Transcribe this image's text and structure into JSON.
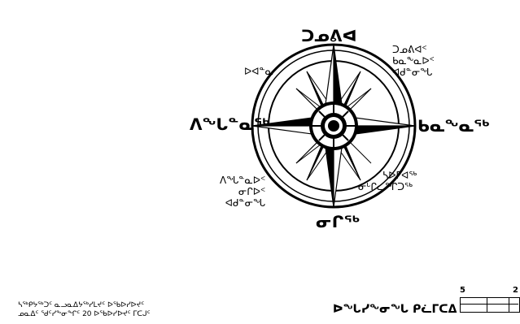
{
  "compass": {
    "north": "ᑐᓄᕕᐊ",
    "south": "ᓂᒋᖅ",
    "east": "ᑲᓇᖕᓇᖅ",
    "west": "ᐱᖓᓐᓇᖅ",
    "northwest": "ᐅᐊᓐᓇ",
    "northeast": [
      "ᑐᓄᕕᐊᑉ",
      "ᑲᓇᖕᓇᐅᑉ",
      "ᐊᑯᓐᓂᖓ"
    ],
    "southwest": [
      "ᐱᖓᓐᓇᐅᑉ",
      "ᓂᒋᐅᑉ",
      "ᐊᑯᓐᓂᖓ"
    ],
    "southeast": [
      "ᓴᐅᒥᐊᖅ",
      "ᓂᒡᒋᓚᖏᑐᖅ"
    ]
  },
  "footer": {
    "note": [
      "ᓴᖅᑭᔭᖅᑐᑦ ᓇᓗᓇᐃᔭᖅᓯᒪᔪᑦ ᐅᖃᐅᓯᐅᔪᑦ",
      "ᓄᓇᐃᑦ ᖁᑦᓯᖕᓂᖏᑦ 20 ᐅᖃᐅᓯᐅᔪᑦ ᒥᑕᒍᑦ"
    ],
    "scale_label": "ᐅᖓᓯᖕᓂᖓ ᑭᓛᒥᑕᐃ",
    "scale_numbers": [
      "5",
      "2"
    ]
  }
}
